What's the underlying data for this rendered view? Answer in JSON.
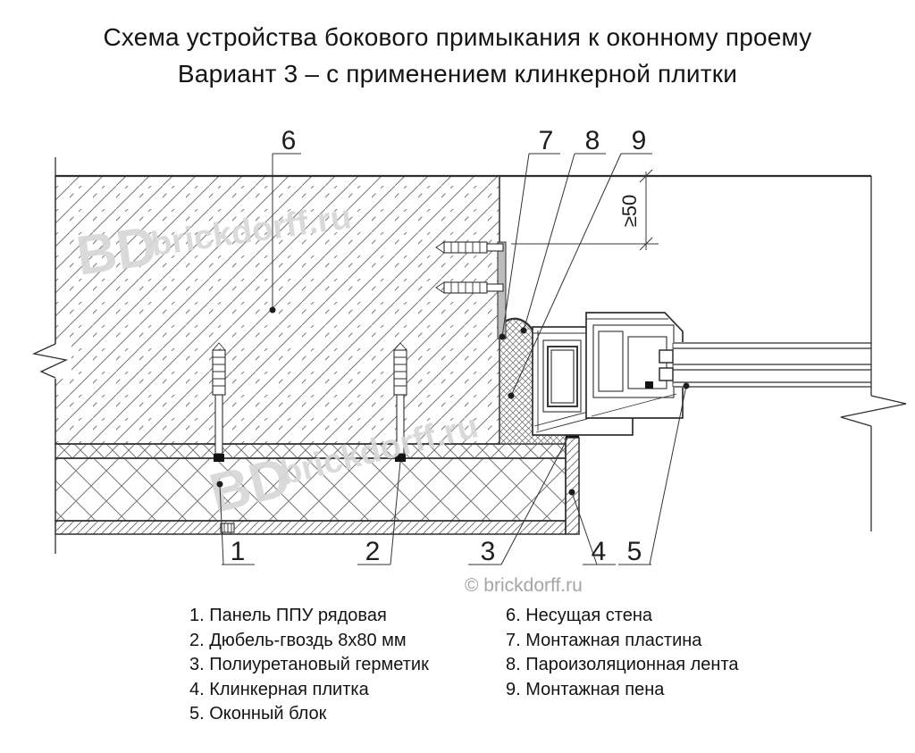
{
  "title": {
    "line1": "Схема устройства бокового примыкания к оконному проему",
    "line2": "Вариант 3 – с применением клинкерной плитки"
  },
  "drawing": {
    "dimension_label": "≥50",
    "callout_numbers": [
      "1",
      "2",
      "3",
      "4",
      "5",
      "6",
      "7",
      "8",
      "9"
    ]
  },
  "legend": {
    "items_left": [
      "1. Панель ППУ рядовая",
      "2. Дюбель-гвоздь 8х80 мм",
      "3. Полиуретановый герметик",
      "4. Клинкерная плитка",
      "5. Оконный блок"
    ],
    "items_right": [
      "6. Несущая стена",
      "7. Монтажная пластина",
      "8. Пароизоляционная лента",
      "9. Монтажная пена"
    ]
  },
  "watermark": {
    "logo": "BD",
    "domain": "brickdorff.ru",
    "copyright": "© brickdorff.ru"
  },
  "colors": {
    "line": "#2f2f2f",
    "hatch": "#787878",
    "watermark": "#d7d7d7",
    "sealant": "#121212",
    "plate": "#bdbdbd"
  }
}
